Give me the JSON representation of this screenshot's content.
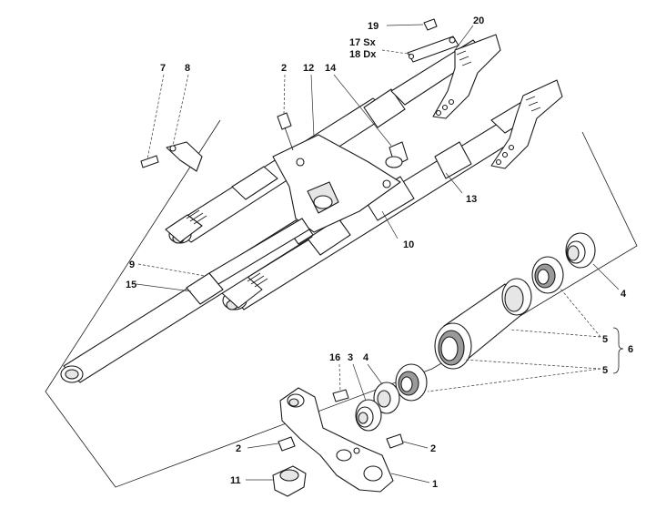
{
  "callouts": {
    "c1": "1",
    "c2a": "2",
    "c2b": "2",
    "c2c": "2",
    "c3": "3",
    "c4a": "4",
    "c4b": "4",
    "c5a": "5",
    "c5b": "5",
    "c6": "6",
    "c7": "7",
    "c8": "8",
    "c9": "9",
    "c10": "10",
    "c11": "11",
    "c12": "12",
    "c13": "13",
    "c14": "14",
    "c15": "15",
    "c16": "16",
    "c17": "17 Sx",
    "c18": "18 Dx",
    "c19": "19",
    "c20": "20"
  }
}
